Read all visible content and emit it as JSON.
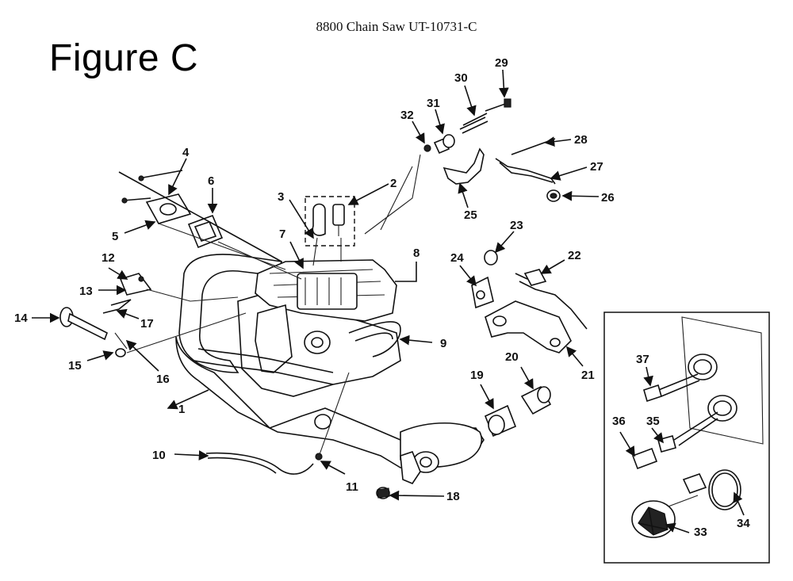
{
  "document": {
    "title": "8800 Chain Saw UT-10731-C",
    "figure_label": "Figure C"
  },
  "callouts": {
    "p1": "1",
    "p2": "2",
    "p3": "3",
    "p4": "4",
    "p5": "5",
    "p6": "6",
    "p7": "7",
    "p8": "8",
    "p9": "9",
    "p10": "10",
    "p11": "11",
    "p12": "12",
    "p13": "13",
    "p14": "14",
    "p15": "15",
    "p16": "16",
    "p17": "17",
    "p18": "18",
    "p19": "19",
    "p20": "20",
    "p21": "21",
    "p22": "22",
    "p23": "23",
    "p24": "24",
    "p25": "25",
    "p26": "26",
    "p27": "27",
    "p28": "28",
    "p29": "29",
    "p30": "30",
    "p31": "31",
    "p32": "32",
    "p33": "33",
    "p34": "34",
    "p35": "35",
    "p36": "36",
    "p37": "37"
  }
}
